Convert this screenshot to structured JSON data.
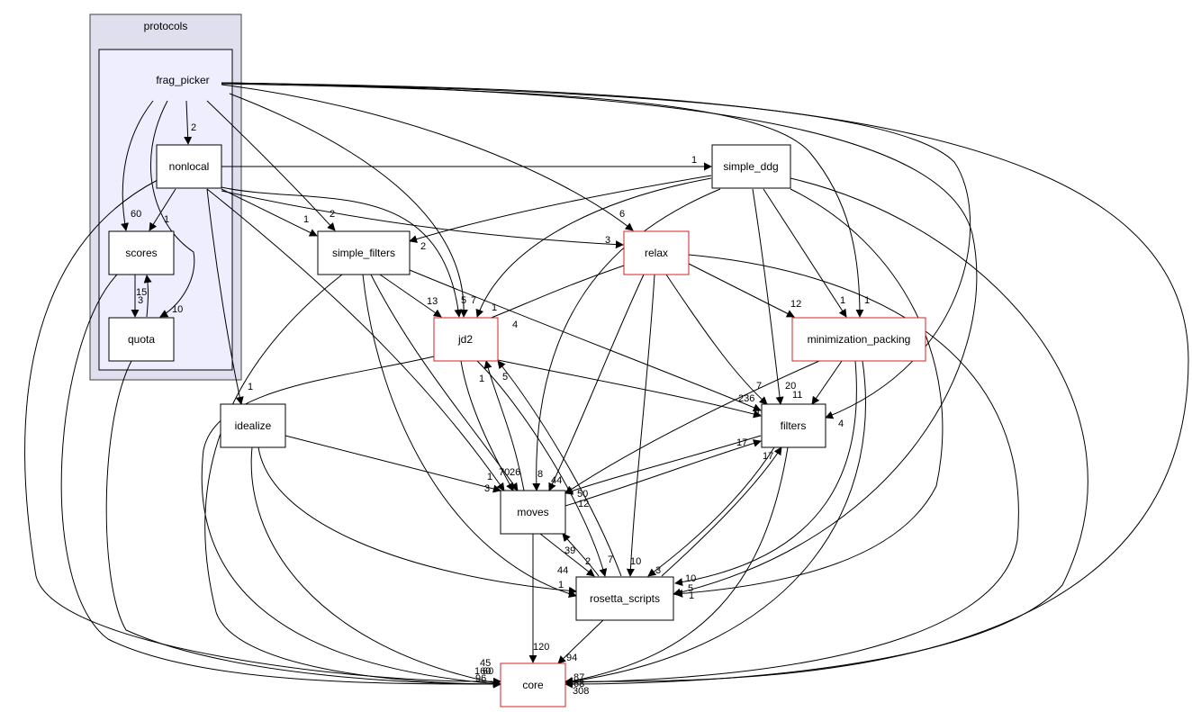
{
  "clusters": {
    "protocols": "protocols",
    "frag_picker": "frag_picker"
  },
  "nodes": {
    "nonlocal": "nonlocal",
    "scores": "scores",
    "quota": "quota",
    "idealize": "idealize",
    "simple_filters": "simple_filters",
    "simple_ddg": "simple_ddg",
    "relax": "relax",
    "jd2": "jd2",
    "minimization_packing": "minimization_packing",
    "filters": "filters",
    "moves": "moves",
    "rosetta_scripts": "rosetta_scripts",
    "core": "core"
  },
  "node_colors": {
    "default_border": "#000000",
    "highlight_border": "#d42020",
    "outer_cluster_fill": "#dfdfee",
    "inner_cluster_fill": "#eeeeff",
    "node_fill": "#ffffff"
  },
  "edge_labels": {
    "fp_nonlocal": "2",
    "fp_scores": "60",
    "fp_quota": "10",
    "nonlocal_scores": "1",
    "scores_quota": "3",
    "quota_scores": "15",
    "nonlocal_idealize": "1",
    "nonlocal_simple_filters": "1",
    "fp_simple_filters": "2",
    "nonlocal_jd2_a": "2",
    "nonlocal_simple_ddg": "1",
    "fp_relax": "6",
    "nonlocal_relax": "3",
    "relax_jd2": "4",
    "fp_jd2": "5",
    "fp_jd2_b": "7",
    "simple_ddg_jd2": "1",
    "simple_filters_jd2": "13",
    "simple_ddg_mp": "1",
    "fp_mp": "1",
    "relax_mp": "12",
    "jd2_moves": "1",
    "jd2_moves_b": "5",
    "jd2_filters": "1",
    "mp_filters": "11",
    "simple_ddg_filters": "20",
    "relax_filters": "7",
    "simple_filters_filters": "236",
    "fp_filters": "4",
    "moves_filters": "17",
    "filters_moves": "50",
    "filters_moves_b": "12",
    "rosetta_filters": "17",
    "idealize_moves": "1",
    "idealize_moves_b": "3",
    "simple_filters_moves": "70",
    "relax_moves": "26",
    "simple_ddg_moves": "8",
    "jd2_moves_c": "44",
    "moves_rosetta": "39",
    "rosetta_moves": "2",
    "rosetta_jd2": "7",
    "relax_rosetta": "10",
    "filters_rosetta": "3",
    "mp_rosetta": "10",
    "simple_ddg_rosetta": "5",
    "fp_rosetta": "1",
    "idealize_rosetta": "44",
    "idealize_rosetta_b": "1",
    "moves_core": "120",
    "rosetta_core": "94",
    "core_left_a": "45",
    "core_left_b": "160",
    "core_left_c": "60",
    "core_left_d": "96",
    "core_right_a": "87",
    "core_right_b": "68",
    "core_right_c": "308"
  }
}
